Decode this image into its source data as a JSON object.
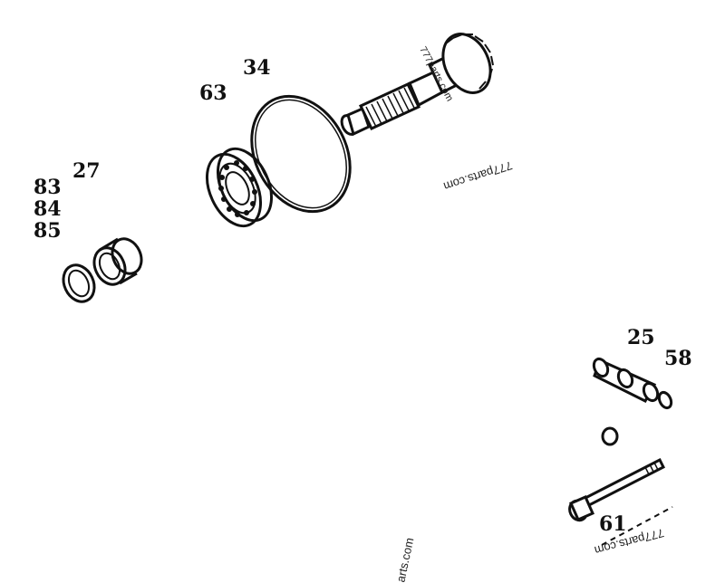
{
  "callouts": {
    "c27": "27",
    "c83": "83",
    "c84": "84",
    "c85": "85",
    "c63": "63",
    "c34": "34",
    "c25": "25",
    "c58": "58",
    "c61": "61"
  },
  "watermarks": {
    "top_gear": "777parts.com",
    "mid": "777parts.com",
    "bottom_right": "777parts.com",
    "bottom_center": "arts.com"
  },
  "colors": {
    "ink": "#111111",
    "paper": "#ffffff"
  }
}
